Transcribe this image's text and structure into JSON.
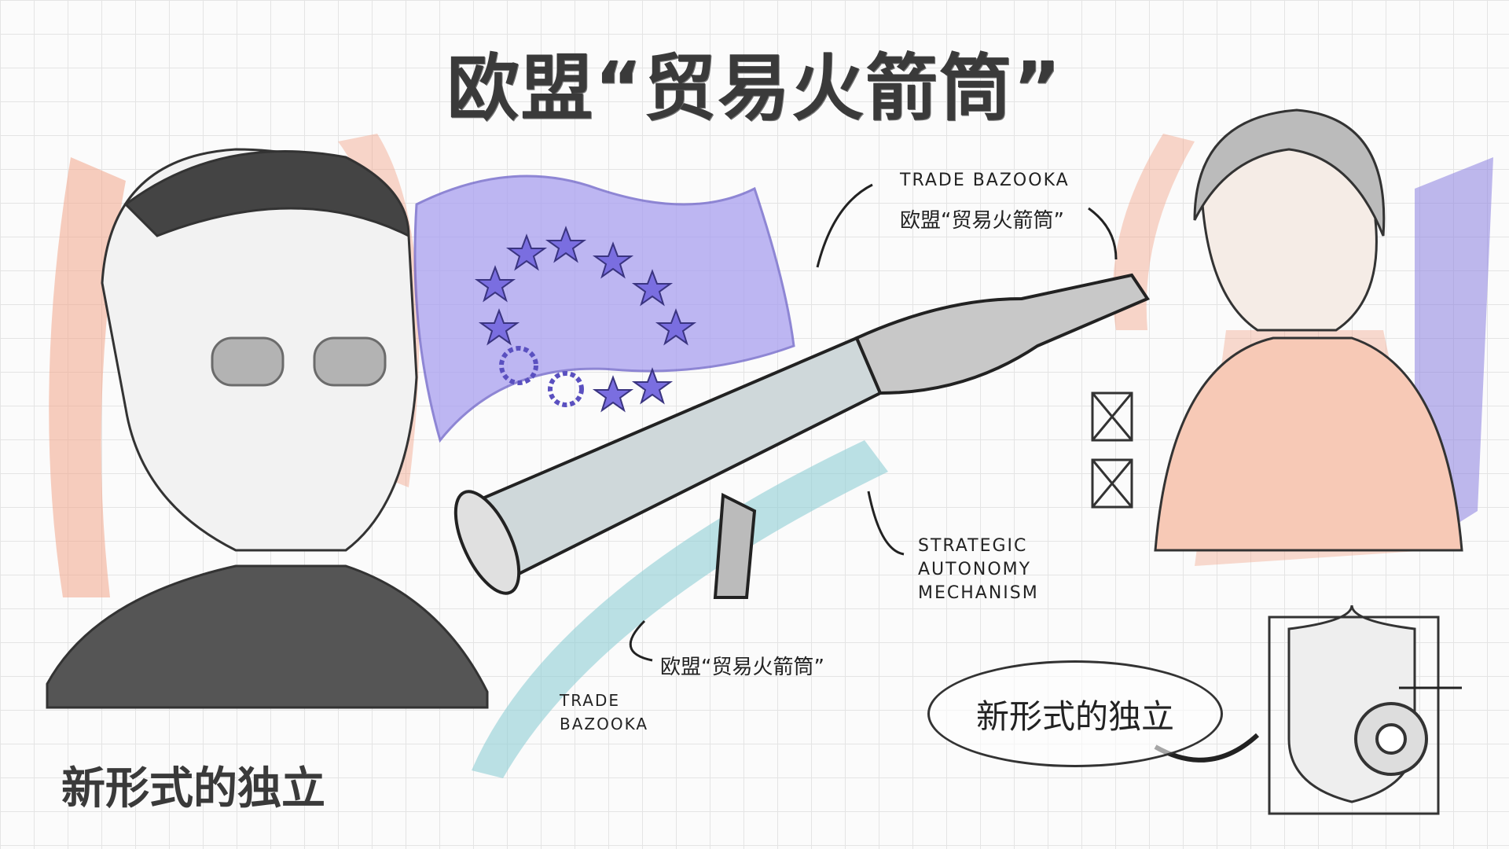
{
  "title": "欧盟“贸易火箭筒”",
  "annotations": {
    "top_right": {
      "en": "TRADE  BAZOOKA",
      "cn": "欧盟“贸易火箭筒”"
    },
    "mechanism": [
      "STRATEGIC",
      "AUTONOMY",
      "MECHANISM"
    ],
    "bottom_center_cn": "欧盟“贸易火箭筒”",
    "bottom_left_en": [
      "TRADE",
      "BAZOOKA"
    ]
  },
  "speech_bubble": "新形式的独立",
  "bottom_left_caption": "新形式的独立",
  "colors": {
    "eu_purple": "#8b7fe0",
    "teal": "#8fcfd6",
    "salmon": "#f2a58a",
    "ink": "#2a2a2a"
  },
  "icons": [
    "eu-flag-icon",
    "star-icon",
    "gear-icon",
    "shield-icon",
    "checkbox-icon",
    "arrow-icon"
  ]
}
